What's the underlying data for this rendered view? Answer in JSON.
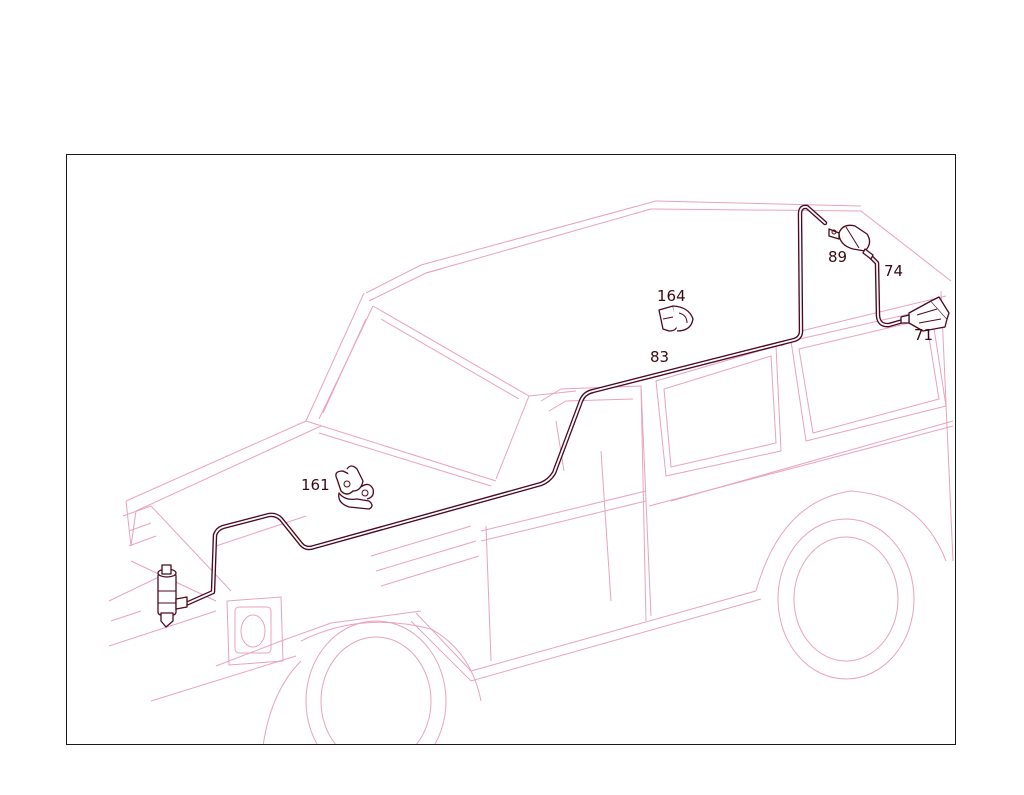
{
  "diagram": {
    "colors": {
      "vehicle_outline": "#e8a3bd",
      "parts": "#4a0a1c",
      "labels": "#3a0810",
      "frame": "#1a1a1a"
    },
    "callouts": [
      {
        "id": "p161",
        "text": "161"
      },
      {
        "id": "p164",
        "text": "164"
      },
      {
        "id": "p83",
        "text": "83"
      },
      {
        "id": "p89",
        "text": "89"
      },
      {
        "id": "p74",
        "text": "74"
      },
      {
        "id": "p71",
        "text": "71"
      }
    ]
  }
}
